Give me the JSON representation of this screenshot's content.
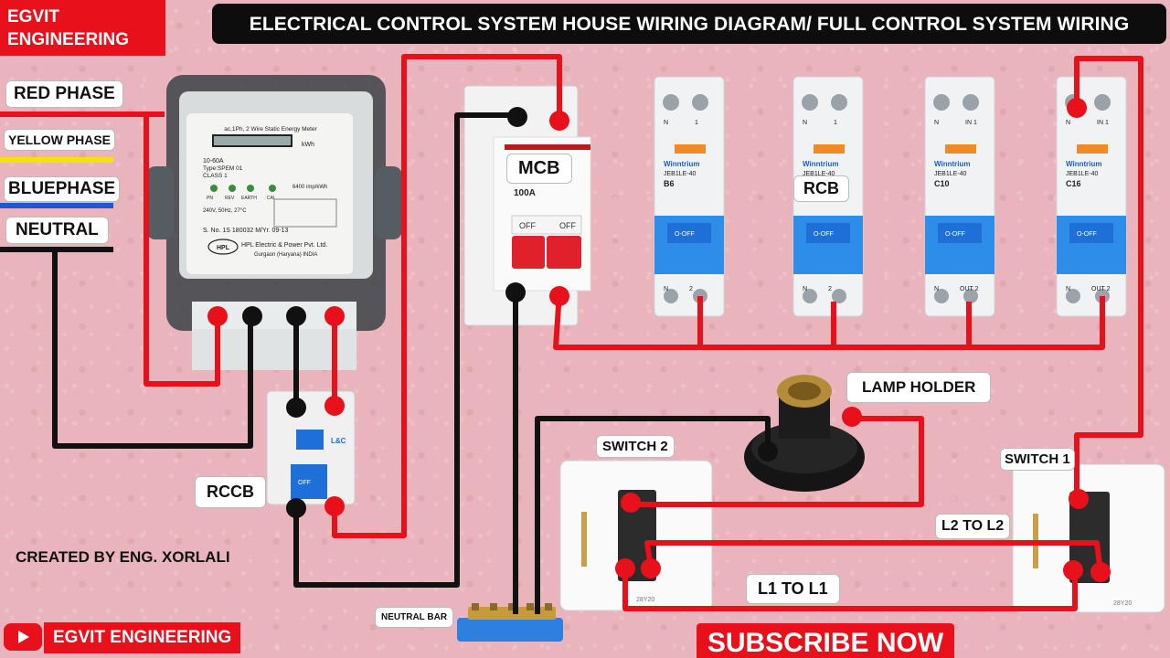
{
  "brand": {
    "top_left": "EGVIT\nENGINEERING",
    "bottom_left": "EGVIT ENGINEERING",
    "accent": "#e8101a"
  },
  "title": "ELECTRICAL CONTROL SYSTEM HOUSE WIRING DIAGRAM/ FULL CONTROL SYSTEM WIRING",
  "supply_labels": {
    "red": "RED PHASE",
    "yellow": "YELLOW PHASE",
    "blue": "BLUEPHASE",
    "neutral": "NEUTRAL"
  },
  "component_labels": {
    "mcb": "MCB",
    "rcb": "RCB",
    "rccb": "RCCB",
    "lamp_holder": "LAMP HOLDER",
    "switch2": "SWITCH 2",
    "switch1": "SWITCH 1",
    "l2_to_l2": "L2 TO L2",
    "l1_to_l1": "L1 TO L1",
    "neutral_bar": "NEUTRAL BAR"
  },
  "credit": "CREATED BY ENG. XORLALI",
  "subscribe": "SUBSCRIBE NOW",
  "meter": {
    "header": "ac,1Ph, 2 Wire Static Energy Meter",
    "rating": "10-60A",
    "type": "Type:SPEM 01",
    "class": "CLASS 1",
    "unit": "kWh",
    "imp": "6400 imp/kWh",
    "spec": "240V, 50Hz, 27°C",
    "serial": "S. No. 1S 180032   M/Yr. 09-13",
    "maker": "HPL Electric & Power Pvt. Ltd.",
    "location": "Gurgaon (Haryana) INDIA",
    "logo": "HPL",
    "leds": [
      "PN",
      "REV",
      "EARTH",
      "CAL"
    ]
  },
  "mcb_device": {
    "rating": "100A",
    "off_left": "OFF",
    "off_right": "OFF"
  },
  "breakers": [
    {
      "brand": "Winntrium",
      "model": "JEB1LE-40",
      "rating": "B6",
      "off": "O-OFF",
      "in_n": "N",
      "in_l": "1",
      "out_n": "N",
      "out_l": "2"
    },
    {
      "brand": "Winntrium",
      "model": "JEB1LE-40",
      "rating": "",
      "off": "O-OFF",
      "in_n": "N",
      "in_l": "1",
      "out_n": "N",
      "out_l": "2"
    },
    {
      "brand": "Winntrium",
      "model": "JEB1LE-40",
      "rating": "C10",
      "off": "O-OFF",
      "in_n": "N",
      "in_l": "IN 1",
      "out_n": "N",
      "out_l": "OUT 2"
    },
    {
      "brand": "Winntrium",
      "model": "JEB1LE-40",
      "rating": "C16",
      "off": "O-OFF",
      "in_n": "N",
      "in_l": "IN 1",
      "out_n": "N",
      "out_l": "OUT 2"
    }
  ],
  "rccb_device": {
    "brand": "L&C",
    "off": "OFF"
  },
  "switch_plates": {
    "left_mark": "28Y20",
    "right_mark": "28Y20"
  }
}
